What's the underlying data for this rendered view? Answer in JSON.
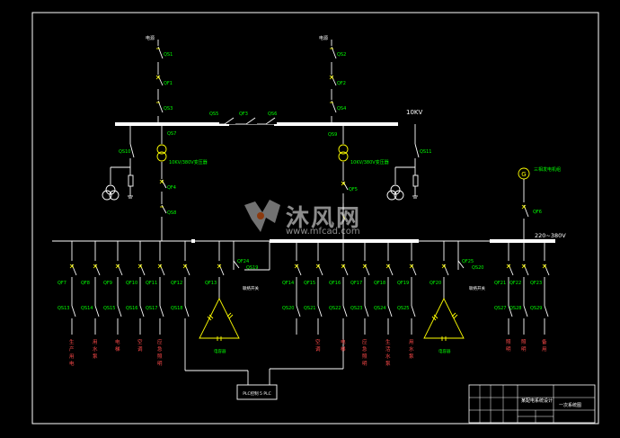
{
  "colors": {
    "background": "#000000",
    "wire": "#ffffff",
    "device": "#ffff00",
    "label": "#00ff00",
    "text_red": "#ff4a4a"
  },
  "incoming": {
    "left_supply": "电源",
    "right_supply": "电源",
    "left_devices": [
      "QS1",
      "QF1",
      "QS3"
    ],
    "right_devices": [
      "QS2",
      "QF2",
      "QS4"
    ],
    "bus_tie": [
      "QS5",
      "QF3",
      "QS6"
    ],
    "voltage": "10KV"
  },
  "transformers": {
    "left_primary": [
      "QS7",
      "QS10"
    ],
    "right_primary": [
      "QS9",
      "QS11"
    ],
    "rating": "10KV/380V变压器",
    "left_secondary": [
      "QF4",
      "QS8"
    ],
    "right_secondary": [
      "QF5"
    ]
  },
  "low_voltage": {
    "generator_label": "三相发电机组",
    "generator_symbol": "G",
    "generator_breaker": "QF6",
    "bus_voltage": "220~380V",
    "tie_left": "QF24",
    "tie_left_iso": "QS19",
    "tie_right": "QF25",
    "tie_right_iso": "QS20",
    "tie_label_left": "联络开关",
    "tie_label_right": "联络开关",
    "cap_left_breaker": "QF13",
    "cap_right_breaker": "QF20",
    "cap_label": "电容器",
    "plc_label": "PLC控制 5 PLC",
    "left_feeders": [
      {
        "qf": "QF7",
        "qs": "QS13",
        "name": "生产用电"
      },
      {
        "qf": "QF8",
        "qs": "QS14",
        "name": "用水泵"
      },
      {
        "qf": "QF9",
        "qs": "QS15",
        "name": "电梯"
      },
      {
        "qf": "QF10",
        "qs": "QS16",
        "name": "空调"
      },
      {
        "qf": "QF11",
        "qs": "QS17",
        "name": "应急照明"
      },
      {
        "qf": "QF12",
        "qs": "QS18",
        "name": ""
      }
    ],
    "right_feeders": [
      {
        "qf": "QF14",
        "qs": "QS20",
        "name": ""
      },
      {
        "qf": "QF15",
        "qs": "QS21",
        "name": "空调"
      },
      {
        "qf": "QF16",
        "qs": "QS22",
        "name": "电梯"
      },
      {
        "qf": "QF17",
        "qs": "QS23",
        "name": "应急照明"
      },
      {
        "qf": "QF18",
        "qs": "QS24",
        "name": "生活水泵"
      },
      {
        "qf": "QF19",
        "qs": "QS25",
        "name": "用水泵"
      }
    ],
    "gen_feeders": [
      {
        "qf": "QF21",
        "qs": "QS27",
        "name": "照明"
      },
      {
        "qf": "QF22",
        "qs": "QS28",
        "name": "照明"
      },
      {
        "qf": "QF23",
        "qs": "QS29",
        "name": "备用"
      }
    ]
  },
  "title_block": {
    "project": "某配电系统设计",
    "drawing": "一次系统图"
  },
  "watermark": {
    "text": "沐风网",
    "url": "www.mfcad.com"
  }
}
